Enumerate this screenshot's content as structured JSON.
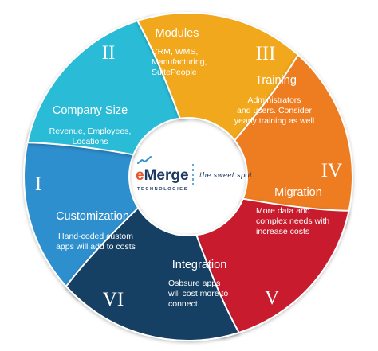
{
  "logo": {
    "name_prefix": "e",
    "name_rest": "Merge",
    "subtitle": "TECHNOLOGIES",
    "tagline": "the sweet spot"
  },
  "segments": [
    {
      "numeral": "I",
      "title": "Company Size",
      "lines": [
        "Revenue, Employees,",
        "Locations"
      ],
      "color": "#2e8fce"
    },
    {
      "numeral": "II",
      "title": "Modules",
      "lines": [
        "CRM, WMS,",
        "Manufacturing,",
        "SuitePeople"
      ],
      "color": "#2bbcd6"
    },
    {
      "numeral": "III",
      "title": "Training",
      "lines": [
        "Administrators",
        "and users. Consider",
        "yearly training as well"
      ],
      "color": "#f2a81d"
    },
    {
      "numeral": "IV",
      "title": "Migration",
      "lines": [
        "More data and",
        "complex needs with",
        "increase costs"
      ],
      "color": "#ee7d22"
    },
    {
      "numeral": "V",
      "title": "Integration",
      "lines": [
        "Osbsure apps",
        "will cost more to",
        "connect"
      ],
      "color": "#c81f2d"
    },
    {
      "numeral": "VI",
      "title": "Customization",
      "lines": [
        "Hand-coded custom",
        "apps will add to costs"
      ],
      "color": "#163f63"
    }
  ]
}
